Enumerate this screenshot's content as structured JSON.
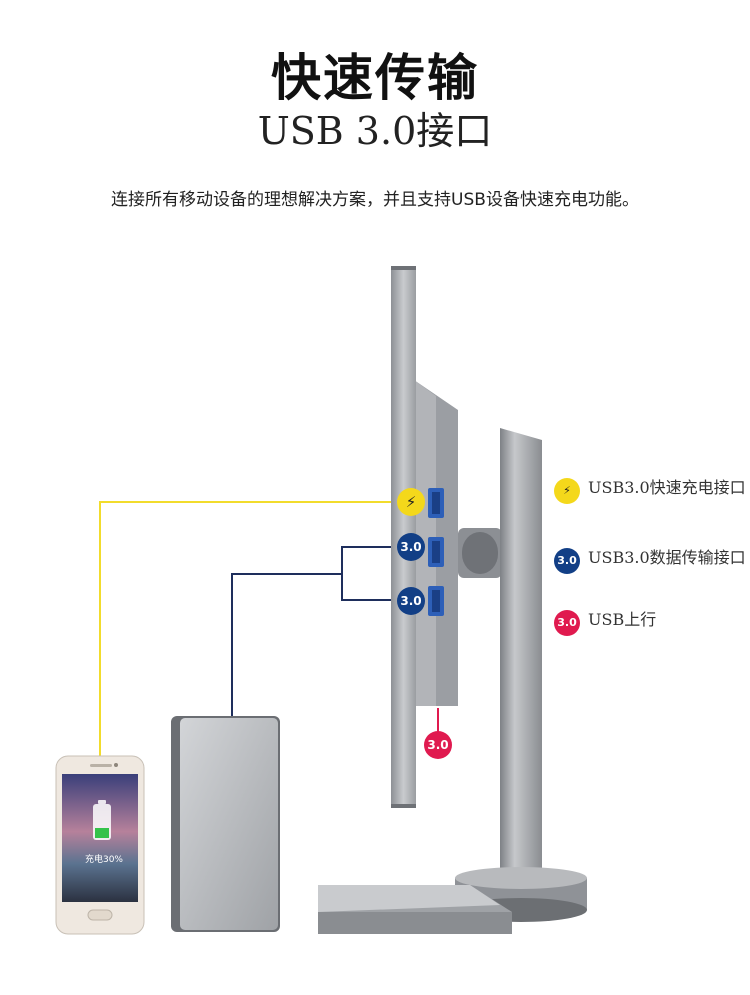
{
  "header": {
    "title": "快速传输",
    "subtitle": "USB 3.0接口",
    "description": "连接所有移动设备的理想解决方案，并且支持USB设备快速充电功能。"
  },
  "legend": [
    {
      "badge": "⚡",
      "text": "USB3.0快速充电接口",
      "color": "#f4d81b"
    },
    {
      "badge": "3.0",
      "text": "USB3.0数据传输接口",
      "color": "#123f86"
    },
    {
      "badge": "3.0",
      "text": "USB上行",
      "color": "#e01a4f"
    }
  ],
  "ports": {
    "charge_badge": "⚡",
    "data1_badge": "3.0",
    "data2_badge": "3.0",
    "upstream_badge": "3.0"
  },
  "phone": {
    "battery_text": "充电30%",
    "battery_level_percent": 30
  },
  "colors": {
    "charge_line": "#f2dc2c",
    "data_line": "#1e2e5c",
    "upstream_line": "#e01a4f"
  }
}
